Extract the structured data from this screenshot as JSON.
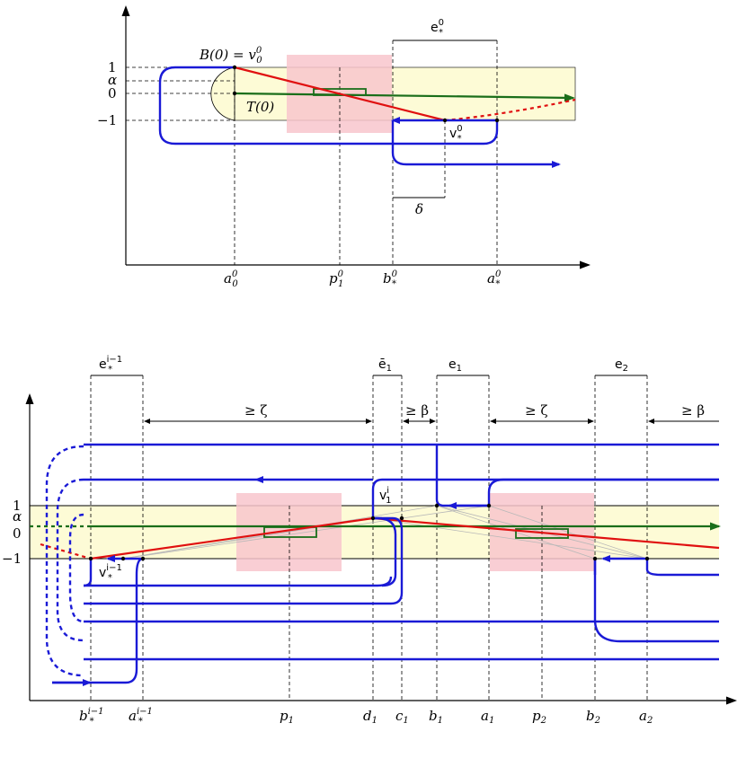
{
  "top": {
    "y_ticks": [
      "1",
      "α",
      "0",
      "−1"
    ],
    "x_ticks": {
      "a0": {
        "base": "a",
        "sup": "0",
        "sub": "0"
      },
      "p1": {
        "base": "p",
        "sup": "0",
        "sub": "1"
      },
      "bstar": {
        "base": "b",
        "sup": "0",
        "sub": "*"
      },
      "astar": {
        "base": "a",
        "sup": "0",
        "sub": "*"
      }
    },
    "B0_label": {
      "text": "B(0) = v",
      "sup": "0",
      "sub": "0"
    },
    "T0_label": "T(0)",
    "estar": {
      "base": "e",
      "sup": "0",
      "sub": "*"
    },
    "vstar": {
      "base": "v",
      "sup": "0",
      "sub": "*"
    },
    "delta": "δ"
  },
  "bottom": {
    "y_ticks": [
      "1",
      "α",
      "0",
      "−1"
    ],
    "x_ticks": {
      "bstar": {
        "base": "b",
        "sup": "i−1",
        "sub": "*"
      },
      "astar": {
        "base": "a",
        "sup": "i−1",
        "sub": "*"
      },
      "p1": {
        "base": "p",
        "sub": "1"
      },
      "d1": {
        "base": "d",
        "sub": "1"
      },
      "c1": {
        "base": "c",
        "sub": "1"
      },
      "b1": {
        "base": "b",
        "sub": "1"
      },
      "a1": {
        "base": "a",
        "sub": "1"
      },
      "p2": {
        "base": "p",
        "sub": "2"
      },
      "b2": {
        "base": "b",
        "sub": "2"
      },
      "a2": {
        "base": "a",
        "sub": "2"
      }
    },
    "estar": {
      "base": "e",
      "sup": "i−1",
      "sub": "*"
    },
    "ebar1": {
      "base": "ē",
      "sub": "1"
    },
    "e1": {
      "base": "e",
      "sub": "1"
    },
    "e2": {
      "base": "e",
      "sub": "2"
    },
    "gap_zeta_1": "≥ ζ",
    "gap_beta_1": "≥ β",
    "gap_zeta_2": "≥ ζ",
    "gap_beta_2": "≥ β",
    "v1": {
      "base": "v",
      "sup": "i",
      "sub": "1"
    },
    "vstar": {
      "base": "v",
      "sup": "i−1",
      "sub": "*"
    }
  },
  "colors": {
    "trajectory": "#1a1ad6",
    "red_path": "#e01010",
    "green_path": "#1a6e1a",
    "band_fill": "#fdfbd6",
    "pink_box": "#f8c6cd"
  }
}
